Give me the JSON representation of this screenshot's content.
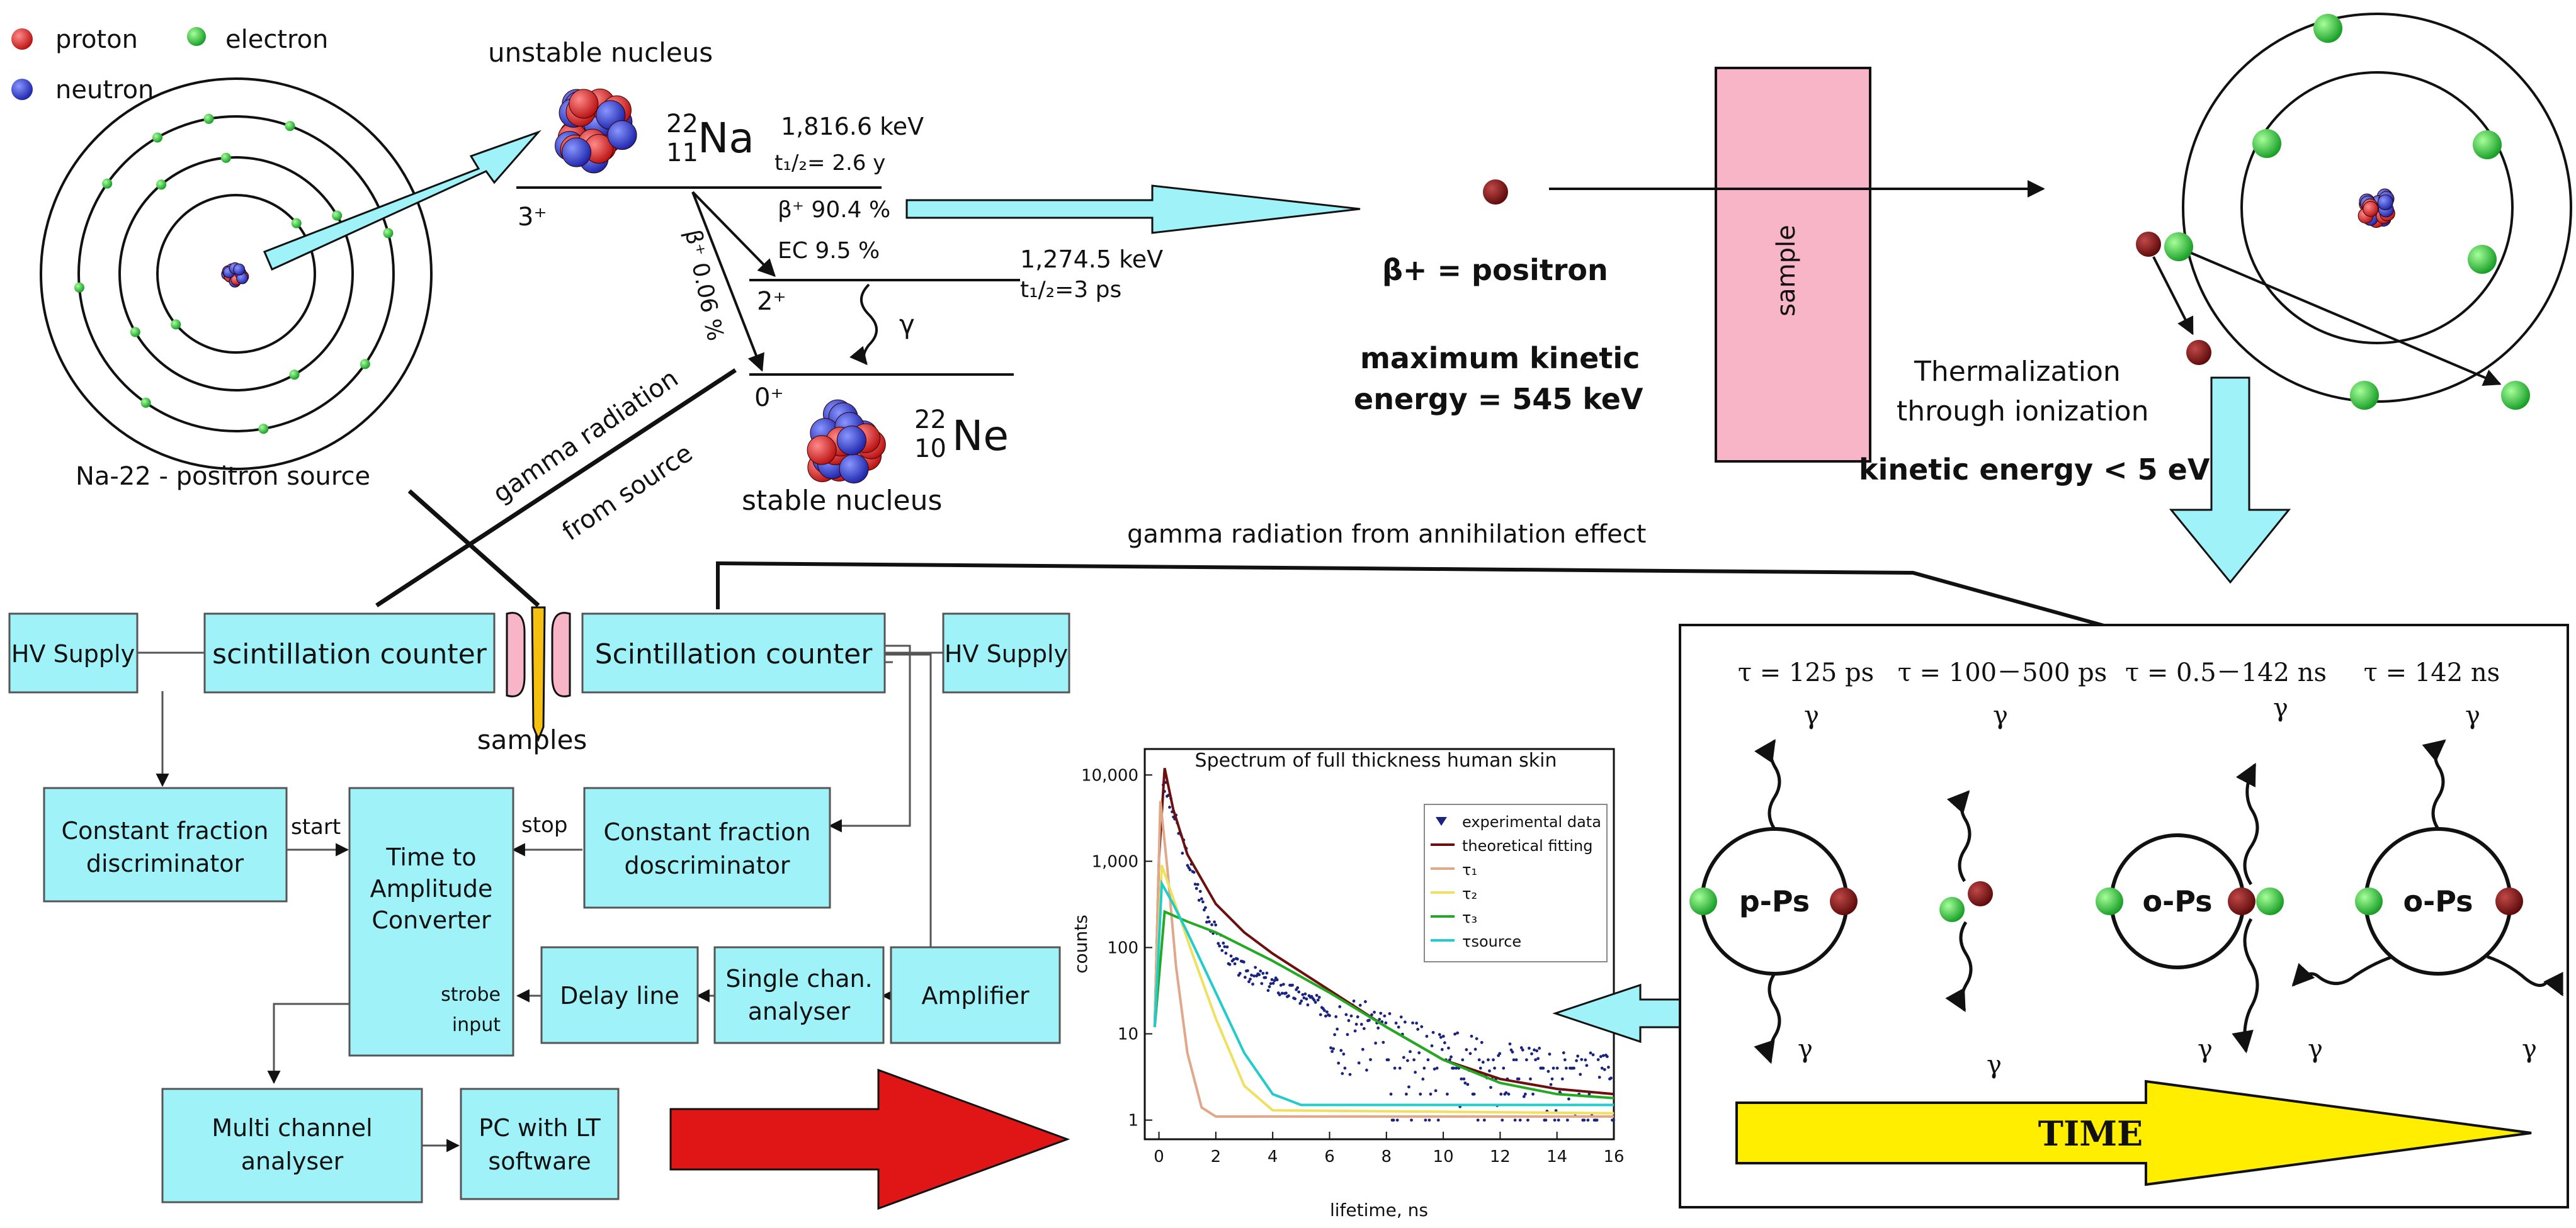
{
  "legend": {
    "proton": "proton",
    "electron": "electron",
    "neutron": "neutron"
  },
  "colors": {
    "proton": "#d01f1f",
    "neutron": "#2233cc",
    "electron": "#22bb33",
    "positron": "#7a1010",
    "box": "#9ff3f8",
    "sample": "#f9b5c8",
    "time_arrow": "#ffee00",
    "red_arrow": "#e01515",
    "cyan_arrow": "#9ff3f8"
  },
  "source": {
    "unstable": "unstable nucleus",
    "na_mass": "22",
    "na_z": "11",
    "na_sym": "Na",
    "level1_energy": "1,816.6 keV",
    "level1_half": "t₁/₂= 2.6  y",
    "spin_3": "3⁺",
    "beta_90": "β⁺ 90.4 %",
    "ec": "EC 9.5 %",
    "beta_006": "β⁺ 0.06 %",
    "level2_energy": "1,274.5 keV",
    "level2_half": "t₁/₂=3 ps",
    "spin_2": "2⁺",
    "gamma": "γ",
    "spin_0": "0⁺",
    "ne_mass": "22",
    "ne_z": "10",
    "ne_sym": "Ne",
    "stable": "stable nucleus",
    "na_source": "Na-22 - positron source",
    "gamma_src_1": "gamma radiation",
    "gamma_src_2": "from source"
  },
  "positron": {
    "label": "β+ = positron",
    "ke_1": "maximum kinetic",
    "ke_2": "energy = 545 keV",
    "sample": "sample"
  },
  "thermal": {
    "line1": "Thermalization",
    "line2": "through ionization",
    "ke": "kinetic energy < 5 eV"
  },
  "annihilation_label": "gamma radiation from annihilation effect",
  "electronics": {
    "hv_left": "HV Supply",
    "scint_left": "scintillation counter",
    "scint_right": "Scintillation counter",
    "hv_right": "HV Supply",
    "samples": "samples",
    "cfd_left_1": "Constant fraction",
    "cfd_left_2": "discriminator",
    "start": "start",
    "stop": "stop",
    "tac_1": "Time to",
    "tac_2": "Amplitude",
    "tac_3": "Converter",
    "strobe_1": "strobe",
    "strobe_2": "input",
    "cfd_right_1": "Constant fraction",
    "cfd_right_2": "doscriminator",
    "delay": "Delay line",
    "sca_1": "Single chan.",
    "sca_2": "analyser",
    "amp": "Amplifier",
    "mca_1": "Multi channel",
    "mca_2": "analyser",
    "pc_1": "PC with LT",
    "pc_2": "software"
  },
  "lifetimes": {
    "tau1": "τ = 125 ps",
    "tau2": "τ = 100－500 ps",
    "tau3": "τ = 0.5－142 ns",
    "tau4": "τ = 142 ns",
    "gamma": "γ",
    "pps": "p-Ps",
    "ops": "o-Ps",
    "time": "TIME"
  },
  "chart_data": {
    "type": "scatter",
    "title": "Spectrum of full thickness human skin",
    "xlabel": "lifetime, ns",
    "ylabel": "counts",
    "xlim": [
      -0.5,
      16
    ],
    "ylim": [
      0.6,
      20000
    ],
    "yscale": "log",
    "xticks": [
      "0",
      "2",
      "4",
      "6",
      "8",
      "10",
      "12",
      "14",
      "16"
    ],
    "yticks": [
      "1",
      "10",
      "100",
      "1,000",
      "10,000"
    ],
    "legend_position": "top-right",
    "series": [
      {
        "name": "experimental data",
        "color": "#1a237e",
        "style": "points",
        "tau": 0.4,
        "peak": 12000,
        "floor": 3
      },
      {
        "name": "theoretical fitting",
        "color": "#6b0f0f",
        "style": "line",
        "points": [
          [
            -0.15,
            12
          ],
          [
            0,
            1100
          ],
          [
            0.2,
            12000
          ],
          [
            0.5,
            4000
          ],
          [
            1,
            1200
          ],
          [
            2,
            320
          ],
          [
            3,
            150
          ],
          [
            4,
            85
          ],
          [
            6,
            32
          ],
          [
            8,
            12
          ],
          [
            10,
            5
          ],
          [
            12,
            3
          ],
          [
            14,
            2.3
          ],
          [
            16,
            2
          ]
        ]
      },
      {
        "name": "τ₁",
        "color": "#e0a888",
        "style": "line",
        "points": [
          [
            -0.15,
            12
          ],
          [
            0.05,
            5000
          ],
          [
            0.3,
            800
          ],
          [
            0.6,
            60
          ],
          [
            1,
            6
          ],
          [
            1.5,
            1.4
          ],
          [
            2,
            1.1
          ],
          [
            16,
            1.1
          ]
        ]
      },
      {
        "name": "τ₂",
        "color": "#f0e060",
        "style": "line",
        "points": [
          [
            -0.15,
            12
          ],
          [
            0.1,
            900
          ],
          [
            0.6,
            300
          ],
          [
            1.2,
            80
          ],
          [
            2,
            15
          ],
          [
            3,
            2.5
          ],
          [
            4,
            1.3
          ],
          [
            16,
            1.2
          ]
        ]
      },
      {
        "name": "τ₃",
        "color": "#22aa22",
        "style": "line",
        "points": [
          [
            -0.15,
            12
          ],
          [
            0.2,
            260
          ],
          [
            1,
            200
          ],
          [
            2,
            150
          ],
          [
            4,
            70
          ],
          [
            6,
            30
          ],
          [
            8,
            12
          ],
          [
            10,
            5
          ],
          [
            12,
            2.7
          ],
          [
            14,
            2
          ],
          [
            16,
            1.8
          ]
        ]
      },
      {
        "name": "τsource",
        "color": "#22cccc",
        "style": "line",
        "points": [
          [
            -0.15,
            12
          ],
          [
            0.1,
            550
          ],
          [
            0.5,
            320
          ],
          [
            1,
            150
          ],
          [
            2,
            30
          ],
          [
            3,
            6
          ],
          [
            4,
            2
          ],
          [
            5,
            1.5
          ],
          [
            16,
            1.5
          ]
        ]
      }
    ]
  }
}
